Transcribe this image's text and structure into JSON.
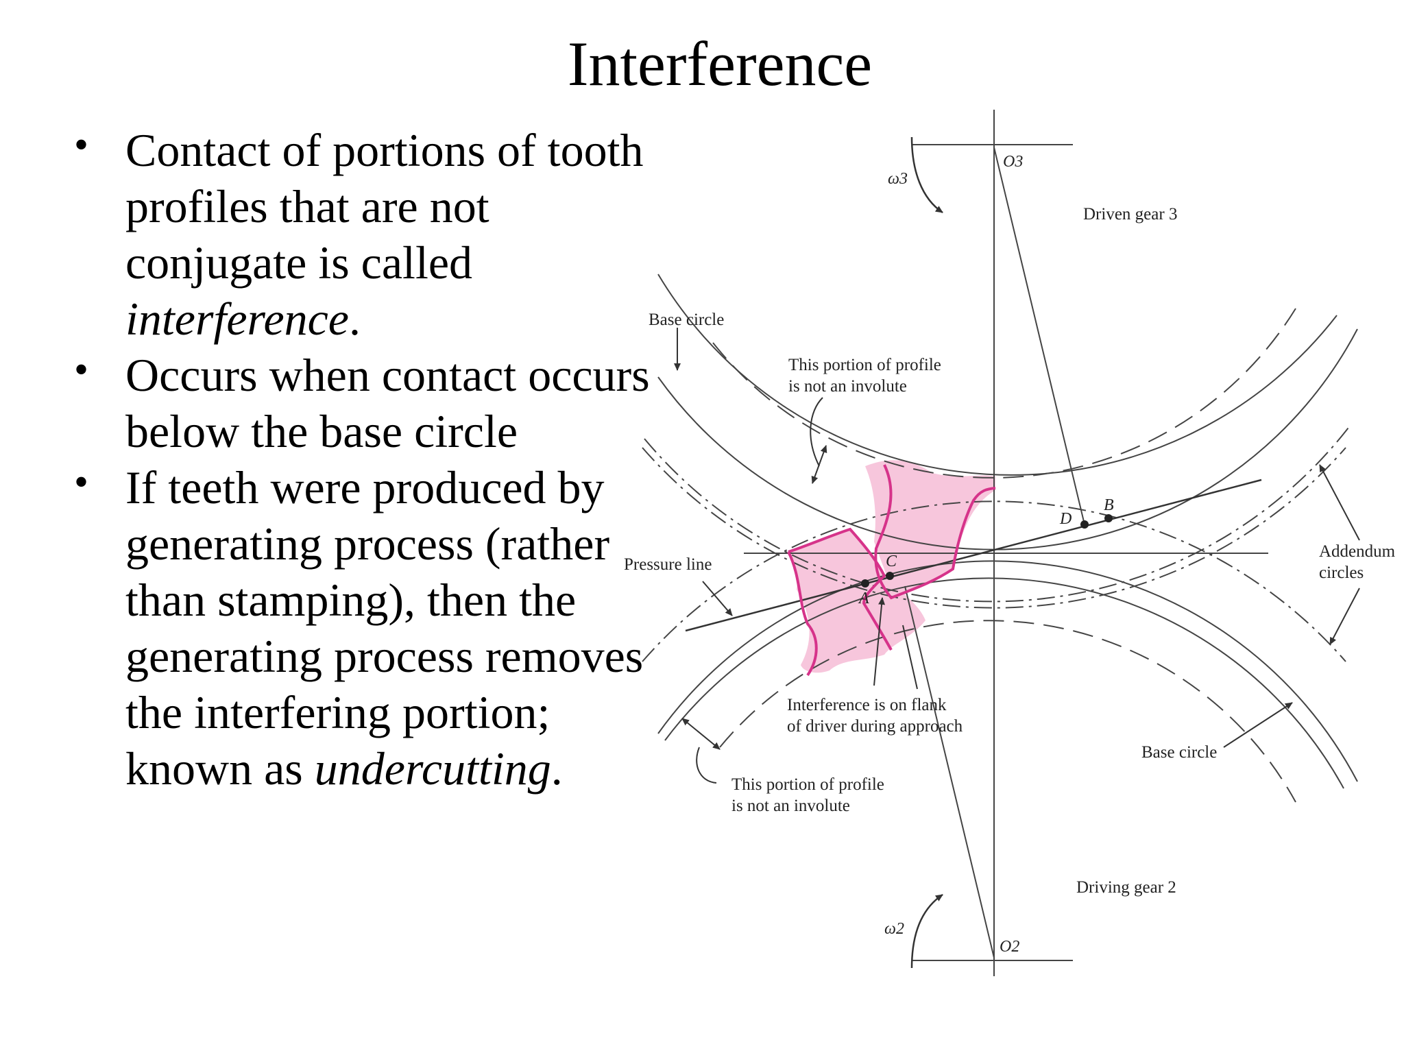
{
  "title": "Interference",
  "bullets": [
    {
      "before": "Contact of portions of tooth profiles that are not conjugate is called ",
      "em": "interference",
      "after": "."
    },
    {
      "before": "Occurs when contact occurs below the base circle",
      "em": "",
      "after": ""
    },
    {
      "before": "If teeth were produced by generating process (rather than stamping), then the generating process removes the interfering portion; known as ",
      "em": "undercutting",
      "after": "."
    }
  ],
  "diagram": {
    "o3": "O3",
    "o2": "O2",
    "omega3": "ω3",
    "omega2": "ω2",
    "driven_gear": "Driven gear 3",
    "driving_gear": "Driving gear 2",
    "base_circle_top": "Base circle",
    "base_circle_bottom": "Base circle",
    "not_involute_top_1": "This portion of profile",
    "not_involute_top_2": "is not an involute",
    "not_involute_bottom_1": "This portion of profile",
    "not_involute_bottom_2": "is not an involute",
    "pressure_line": "Pressure line",
    "addendum_1": "Addendum",
    "addendum_2": "circles",
    "interference_1": "Interference is on flank",
    "interference_2": "of driver during approach",
    "point_a": "A",
    "point_b": "B",
    "point_c": "C",
    "point_d": "D"
  },
  "colors": {
    "tooth_outline": "#d6338a",
    "tooth_fill": "#f7c6dc",
    "line": "#333333"
  }
}
